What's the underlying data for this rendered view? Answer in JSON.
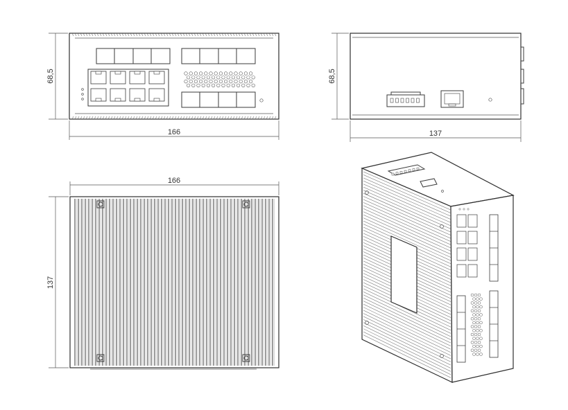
{
  "views": {
    "front": {
      "width_label": "166",
      "height_label": "68,5"
    },
    "side": {
      "width_label": "137",
      "height_label": "68,5"
    },
    "bottom": {
      "width_label": "166",
      "height_label": "137"
    },
    "iso": {}
  },
  "colors": {
    "line": "#2e2e2e",
    "dim": "#333333",
    "fin": "#4a4a4a"
  }
}
